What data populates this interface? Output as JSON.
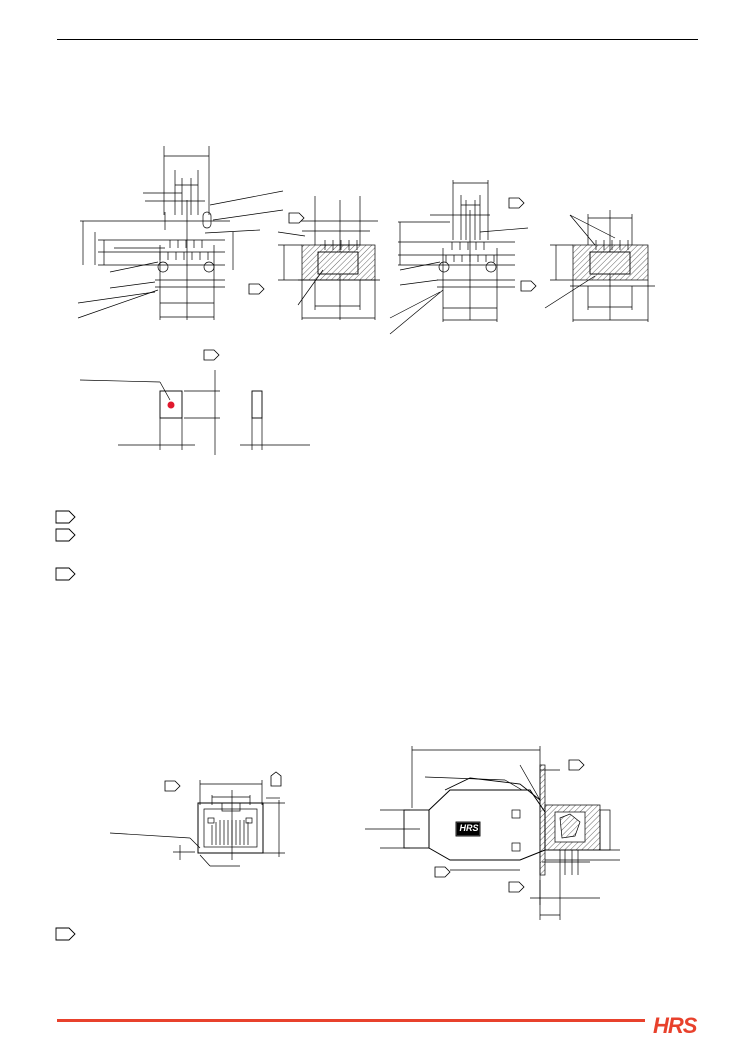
{
  "footer": {
    "brand_logo_text": "HRS",
    "brand_color": "#e8412c"
  },
  "icons": {
    "note_flag": "pentagon-flag-icon",
    "marker": "red-dot-marker",
    "marker_color": "#e0182d"
  },
  "plug_drawing": {
    "logo_text": "HRS"
  }
}
